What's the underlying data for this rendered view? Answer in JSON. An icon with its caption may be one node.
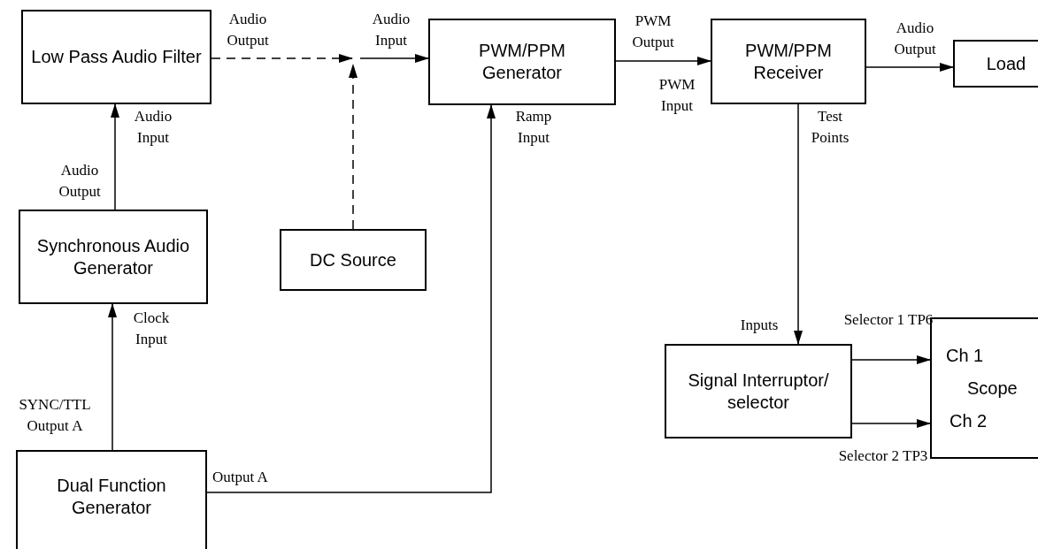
{
  "diagram": {
    "nodes": [
      {
        "text": [
          "Low Pass Audio Filter"
        ]
      },
      {
        "text": [
          "PWM/PPM Generator"
        ]
      },
      {
        "text": [
          "PWM/PPM Receiver"
        ]
      },
      {
        "text": [
          "Load"
        ]
      },
      {
        "text": [
          "Synchronous Audio Generator"
        ]
      },
      {
        "text": [
          "DC Source"
        ]
      },
      {
        "text": [
          "Signal Interruptor/ selector"
        ]
      },
      {
        "text": [
          "Ch 1",
          "Scope",
          "Ch 2"
        ]
      },
      {
        "text": [
          "Dual Function Generator"
        ]
      }
    ],
    "edges": [
      {
        "from": 0,
        "to": null,
        "arrow": "to",
        "style": "dashed"
      },
      {
        "from": 5,
        "to": null,
        "arrow": "to",
        "style": "dashed"
      },
      {
        "from": null,
        "to": 1,
        "arrow": "to"
      },
      {
        "from": 8,
        "to": 1,
        "arrow": "to"
      },
      {
        "from": 1,
        "to": 2,
        "arrow": "to"
      },
      {
        "from": 2,
        "to": 3,
        "arrow": "to"
      },
      {
        "from": 2,
        "to": 6,
        "arrow": "to"
      },
      {
        "from": 6,
        "to": 7,
        "arrow": "to"
      },
      {
        "from": 6,
        "to": 7,
        "arrow": "to"
      },
      {
        "from": 4,
        "to": 0,
        "arrow": "to"
      },
      {
        "from": 8,
        "to": 4,
        "arrow": "to"
      }
    ],
    "labels": [
      "Audio Output",
      "Audio Input",
      "PWM Output",
      "Audio Output",
      "PWM Input",
      "Audio Input",
      "Ramp Input",
      "Test Points",
      "Audio Output",
      "Clock Input",
      "Inputs",
      "Selector 1 TP6",
      "SYNC/TTL Output A",
      "Selector 2 TP3",
      "Output A"
    ]
  }
}
